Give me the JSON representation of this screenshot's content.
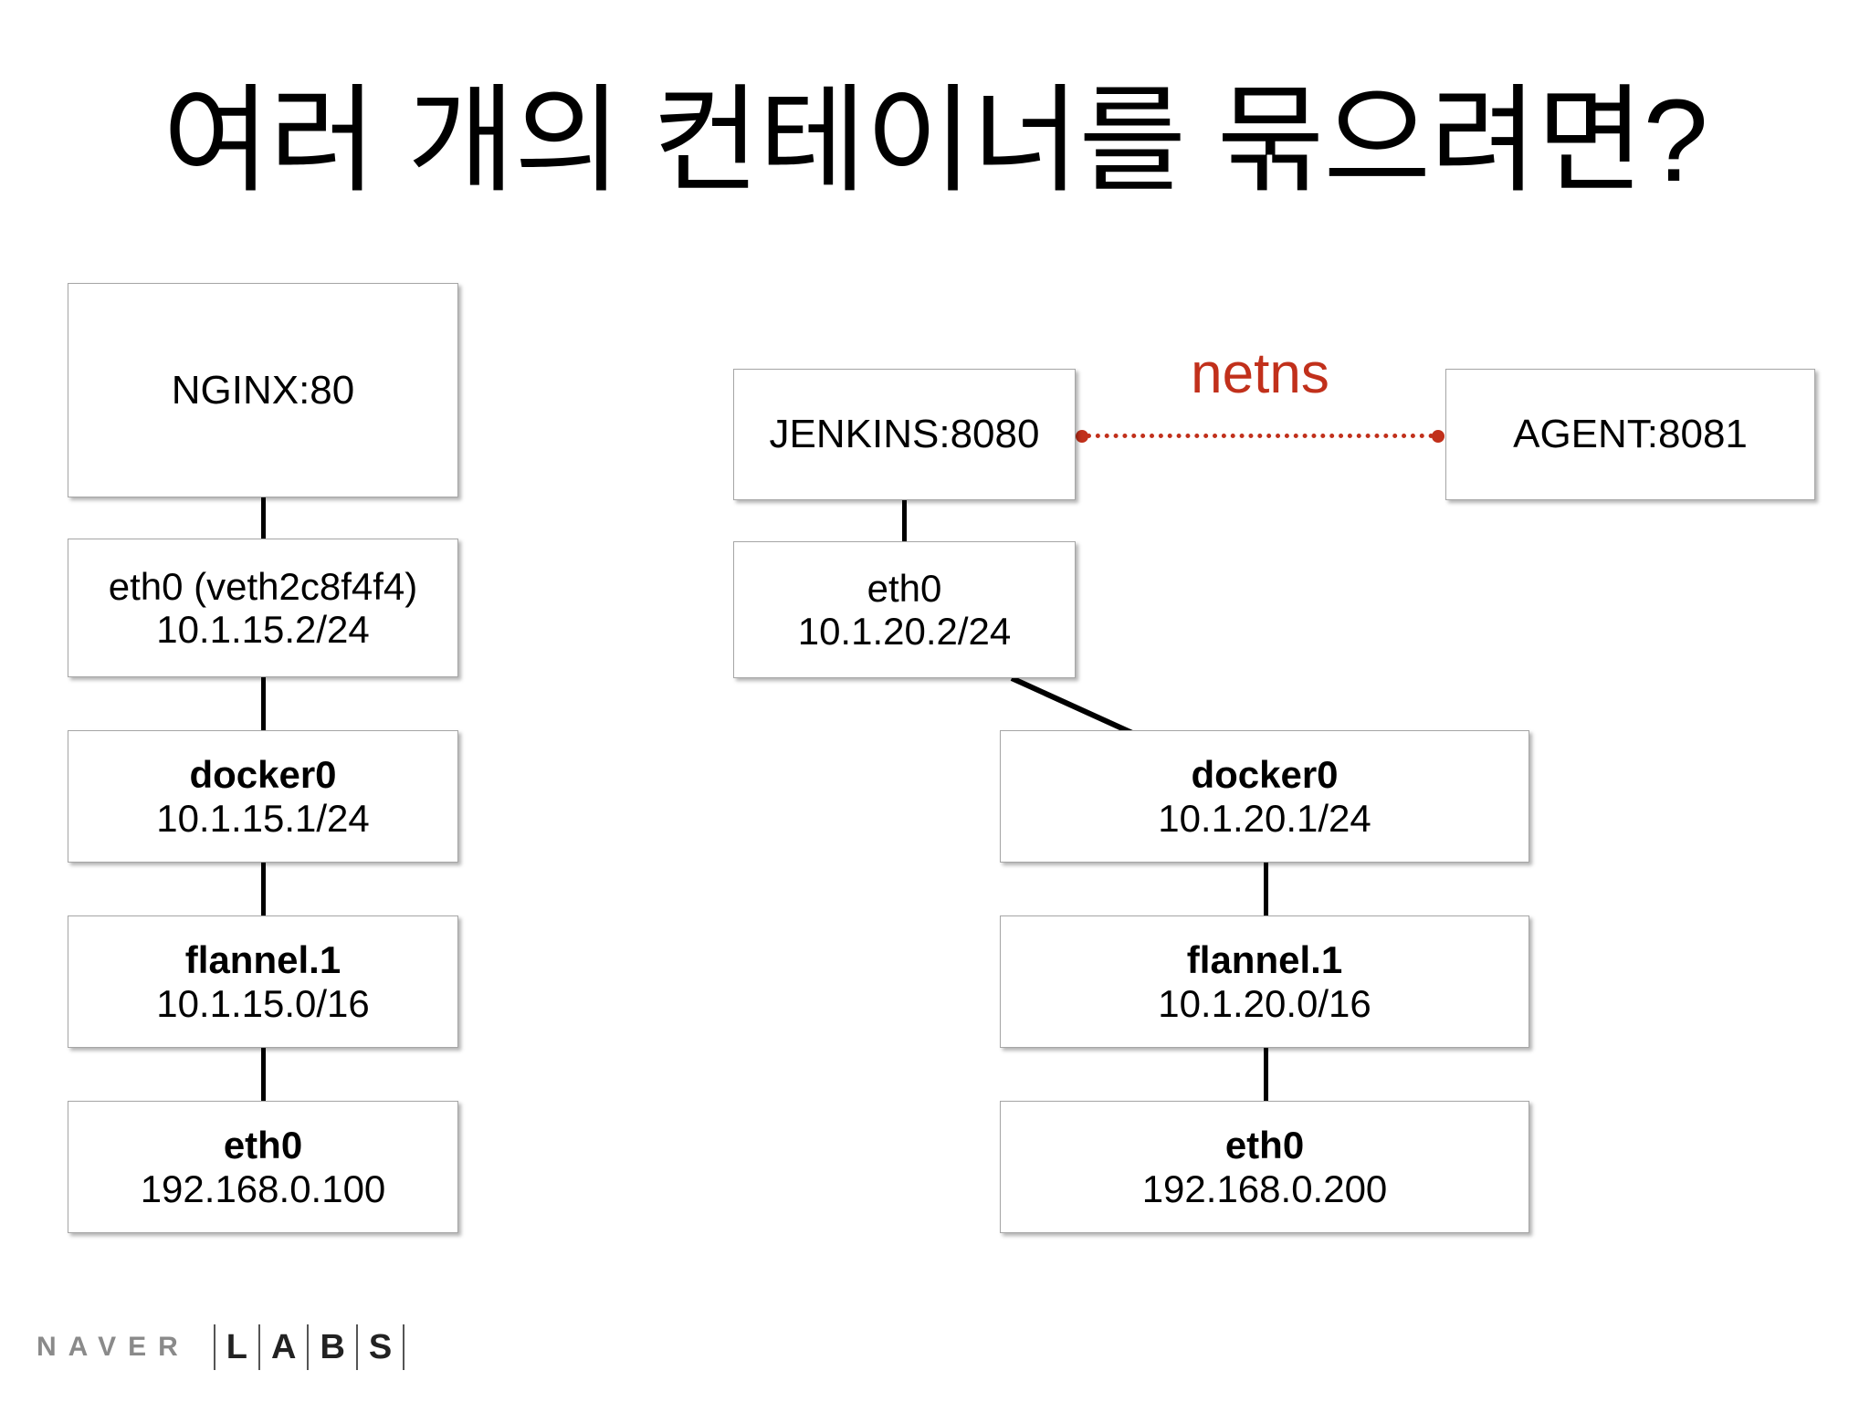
{
  "slide": {
    "title": "여러 개의 컨테이너를 묶으려면?",
    "background_color": "#ffffff"
  },
  "colors": {
    "accent_netns": "#c1301b",
    "box_border": "#a6a6a6",
    "connector": "#000000",
    "logo_gray": "#8a8a8a",
    "logo_black": "#222222"
  },
  "diagram": {
    "left_stack": {
      "name": "host-192.168.0.100-stack",
      "nodes": [
        {
          "id": "nginx",
          "line1": "NGINX:80",
          "line2": ""
        },
        {
          "id": "left-veth",
          "line1": "eth0 (veth2c8f4f4)",
          "line2": "10.1.15.2/24"
        },
        {
          "id": "left-docker0",
          "line1": "docker0",
          "line2": "10.1.15.1/24"
        },
        {
          "id": "left-flannel",
          "line1": "flannel.1",
          "line2": "10.1.15.0/16"
        },
        {
          "id": "left-eth0",
          "line1": "eth0",
          "line2": "192.168.0.100"
        }
      ]
    },
    "right_stack": {
      "name": "host-192.168.0.200-stack",
      "nodes": [
        {
          "id": "jenkins",
          "line1": "JENKINS:8080",
          "line2": ""
        },
        {
          "id": "right-eth0-c",
          "line1": "eth0",
          "line2": "10.1.20.2/24"
        },
        {
          "id": "right-docker0",
          "line1": "docker0",
          "line2": "10.1.20.1/24"
        },
        {
          "id": "right-flannel",
          "line1": "flannel.1",
          "line2": "10.1.20.0/16"
        },
        {
          "id": "right-eth0",
          "line1": "eth0",
          "line2": "192.168.0.200"
        }
      ]
    },
    "agent_node": {
      "id": "agent",
      "line1": "AGENT:8081",
      "line2": ""
    },
    "netns_link": {
      "label": "netns",
      "style": "dotted",
      "from": "JENKINS:8080",
      "to": "AGENT:8081"
    }
  },
  "footer": {
    "logo_primary": "NAVER",
    "logo_secondary_letters": [
      "L",
      "A",
      "B",
      "S"
    ]
  }
}
